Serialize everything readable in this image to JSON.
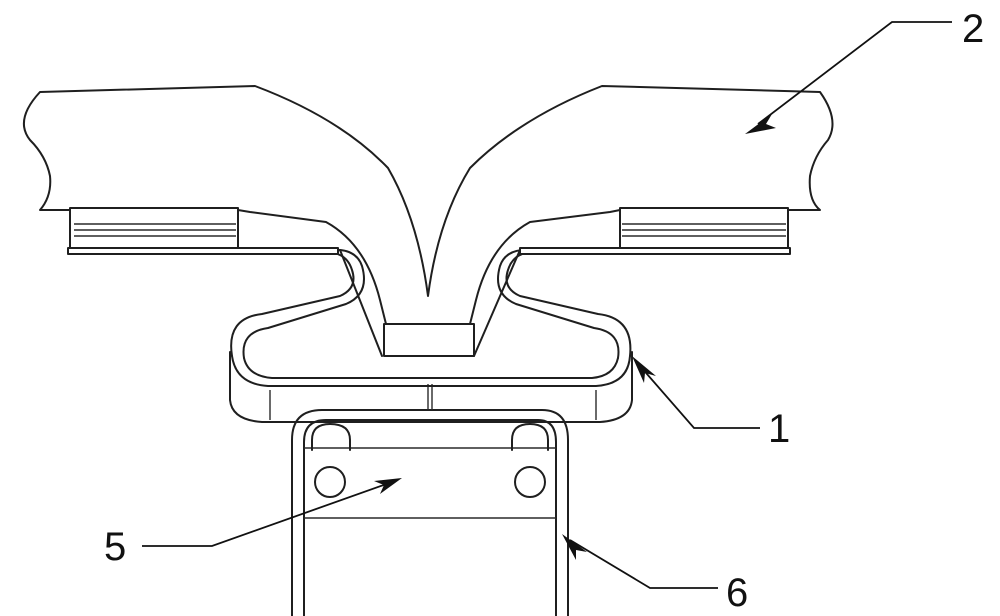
{
  "callouts": {
    "c1": "1",
    "c2": "2",
    "c5": "5",
    "c6": "6"
  },
  "colors": {
    "line": "#1f1f1f",
    "background": "#ffffff"
  }
}
